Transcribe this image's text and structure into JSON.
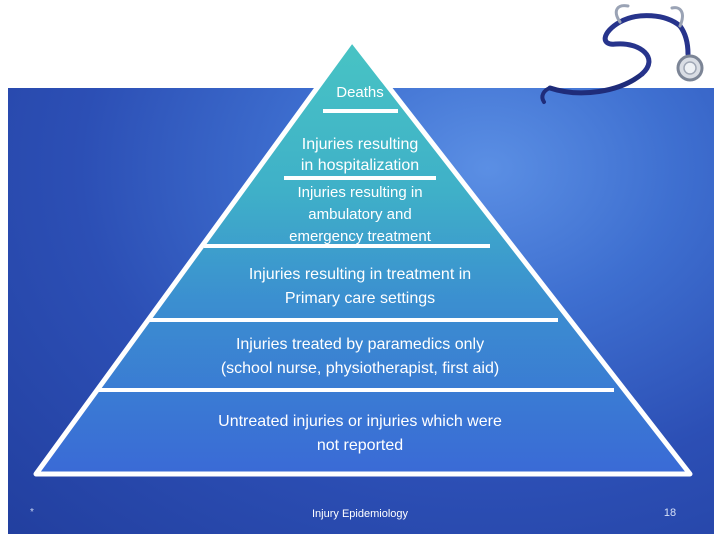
{
  "pyramid": {
    "tiers": [
      {
        "label": "Deaths"
      },
      {
        "label_line1": "Injuries resulting",
        "label_line2": "in hospitalization"
      },
      {
        "label_line1": "Injuries resulting in",
        "label_line2": "ambulatory and",
        "label_line3": "emergency treatment"
      },
      {
        "label_line1": "Injuries resulting in treatment in",
        "label_line2": "Primary care settings"
      },
      {
        "label_line1": "Injuries treated by paramedics only",
        "label_line2": "(school nurse, physiotherapist, first aid)"
      },
      {
        "label_line1": "Untreated injuries or injuries which were",
        "label_line2": "not reported"
      }
    ]
  },
  "footer": {
    "marker": "*",
    "title": "Injury Epidemiology",
    "page_number": "18"
  },
  "colors": {
    "background": "#2c4fb5",
    "tier_top": "#4cc3c6",
    "tier_bottom": "#3b6bd6",
    "separator": "#ffffff"
  },
  "icons": [
    "stethoscope-icon"
  ]
}
